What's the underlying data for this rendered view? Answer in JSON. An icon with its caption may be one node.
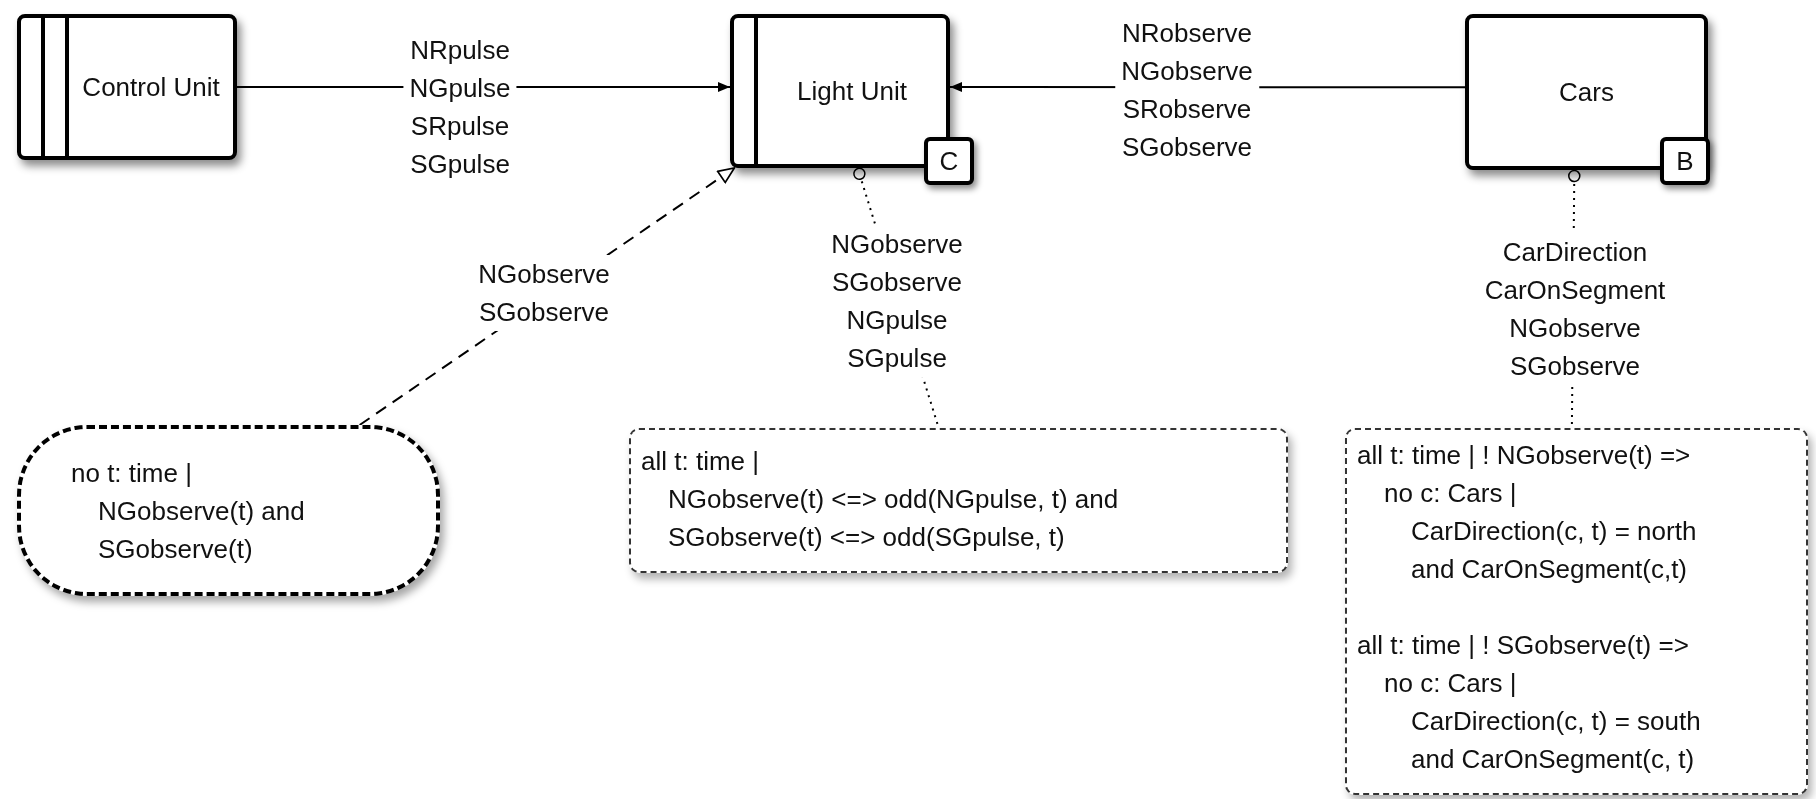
{
  "diagram": {
    "nodes": [
      {
        "text": [
          "Control Unit"
        ]
      },
      {
        "text": [
          "Light Unit"
        ]
      },
      {
        "text": [
          "C"
        ]
      },
      {
        "text": [
          "Cars"
        ]
      },
      {
        "text": [
          "B"
        ]
      },
      {
        "text": [
          "no t: time |",
          "NGobserve(t) and",
          "SGobserve(t)"
        ]
      },
      {
        "text": [
          "all t: time |",
          "NGobserve(t) <=> odd(NGpulse, t) and",
          "SGobserve(t) <=> odd(SGpulse, t)"
        ]
      },
      {
        "text": [
          "all t: time | ! NGobserve(t) =>",
          "no c: Cars |",
          "CarDirection(c, t) = north",
          "and CarOnSegment(c,t)",
          "all t: time | ! SGobserve(t) =>",
          "no c: Cars |",
          "CarDirection(c, t) = south",
          "and CarOnSegment(c, t)"
        ]
      }
    ],
    "edges": [
      {
        "from": 0,
        "to": 1,
        "arrow": "to",
        "label": "NRpulse NGpulse SRpulse SGpulse"
      },
      {
        "from": 3,
        "to": 1,
        "arrow": "to",
        "label": "NRobserve NGobserve SRobserve SGobserve"
      },
      {
        "from": 5,
        "to": 1,
        "arrow": "to",
        "style": "dashed",
        "label": "NGobserve SGobserve"
      },
      {
        "from": 1,
        "to": 6,
        "arrow": "other",
        "style": "dashed",
        "label": "NGobserve SGobserve NGpulse SGpulse"
      },
      {
        "from": 3,
        "to": 7,
        "arrow": "other",
        "style": "dashed",
        "label": "CarDirection CarOnSegment NGobserve SGobserve"
      }
    ]
  }
}
